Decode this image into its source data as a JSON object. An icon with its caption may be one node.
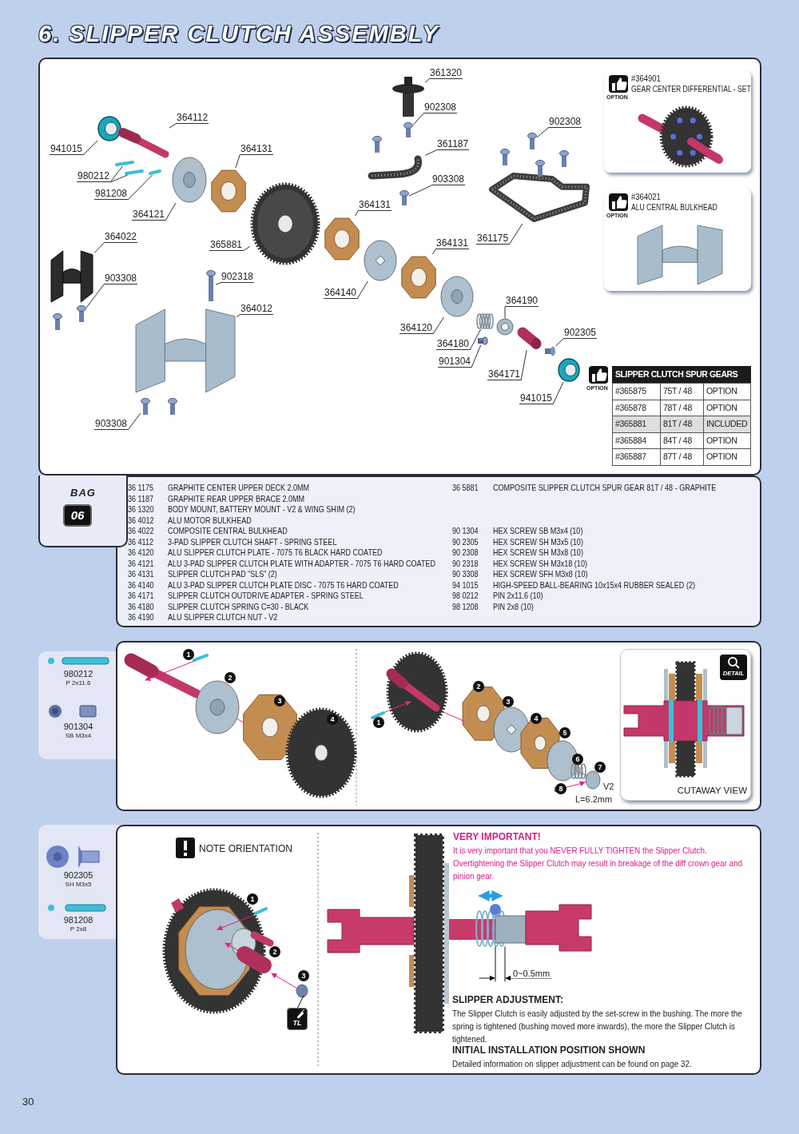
{
  "diagram": {
    "title": "6. SLIPPER CLUTCH ASSEMBLY",
    "nodes": [
      {
        "text": [
          "941015"
        ]
      },
      {
        "text": [],
        "shape": "picture"
      },
      {
        "text": [
          "364112"
        ]
      },
      {
        "text": [],
        "shape": "picture"
      },
      {
        "text": [
          "980212"
        ]
      },
      {
        "text": [],
        "shape": "picture"
      },
      {
        "text": [],
        "shape": "picture"
      },
      {
        "text": [
          "981208"
        ]
      },
      {
        "text": [],
        "shape": "picture"
      },
      {
        "text": [
          "364121"
        ]
      },
      {
        "text": [],
        "shape": "picture"
      },
      {
        "text": [
          "364131"
        ]
      },
      {
        "text": [],
        "shape": "picture"
      },
      {
        "text": [
          "365881"
        ]
      },
      {
        "text": [],
        "shape": "picture"
      },
      {
        "text": [
          "364131"
        ]
      },
      {
        "text": [],
        "shape": "picture"
      },
      {
        "text": [
          "364140"
        ]
      },
      {
        "text": [],
        "shape": "picture"
      },
      {
        "text": [
          "364131"
        ]
      },
      {
        "text": [],
        "shape": "picture"
      },
      {
        "text": [
          "364120"
        ]
      },
      {
        "text": [],
        "shape": "picture"
      },
      {
        "text": [
          "364180"
        ]
      },
      {
        "text": [],
        "shape": "picture"
      },
      {
        "text": [
          "364190"
        ]
      },
      {
        "text": [],
        "shape": "picture"
      },
      {
        "text": [
          "901304"
        ]
      },
      {
        "text": [],
        "shape": "picture"
      },
      {
        "text": [
          "364171"
        ]
      },
      {
        "text": [],
        "shape": "picture"
      },
      {
        "text": [
          "902305"
        ]
      },
      {
        "text": [],
        "shape": "picture"
      },
      {
        "text": [
          "941015"
        ]
      },
      {
        "text": [],
        "shape": "picture"
      },
      {
        "text": [
          "361320"
        ]
      },
      {
        "text": [],
        "shape": "picture"
      },
      {
        "text": [
          "902308"
        ]
      },
      {
        "text": [],
        "shape": "picture"
      },
      {
        "text": [
          "361187"
        ]
      },
      {
        "text": [],
        "shape": "picture"
      },
      {
        "text": [
          "903308"
        ]
      },
      {
        "text": [],
        "shape": "picture"
      },
      {
        "text": [
          "902308"
        ]
      },
      {
        "text": [],
        "shape": "picture"
      },
      {
        "text": [
          "361175"
        ]
      },
      {
        "text": [],
        "shape": "picture"
      },
      {
        "text": [
          "364022"
        ]
      },
      {
        "text": [],
        "shape": "picture"
      },
      {
        "text": [
          "903308"
        ]
      },
      {
        "text": [],
        "shape": "picture"
      },
      {
        "text": [
          "902318"
        ]
      },
      {
        "text": [],
        "shape": "picture"
      },
      {
        "text": [
          "364012"
        ]
      },
      {
        "text": [],
        "shape": "picture"
      },
      {
        "text": [
          "903308"
        ]
      },
      {
        "text": [],
        "shape": "picture"
      },
      {
        "text": [
          "OPTION",
          "#364901",
          "GEAR CENTER DIFFERENTIAL - SET"
        ]
      },
      {
        "text": [
          "OPTION",
          "#364021",
          "ALU CENTRAL BULKHEAD"
        ]
      },
      {
        "text": [
          "BAG",
          "06"
        ]
      },
      {
        "text": [
          "DETAIL",
          "CUTAWAY VIEW"
        ]
      }
    ],
    "edges": [
      {
        "from": 0,
        "to": 1,
        "arrow": "none"
      },
      {
        "from": 2,
        "to": 3,
        "arrow": "none"
      },
      {
        "from": 4,
        "to": 5,
        "arrow": "none"
      },
      {
        "from": 4,
        "to": 6,
        "arrow": "none"
      },
      {
        "from": 7,
        "to": 8,
        "arrow": "none"
      },
      {
        "from": 9,
        "to": 10,
        "arrow": "none"
      },
      {
        "from": 11,
        "to": 12,
        "arrow": "none"
      },
      {
        "from": 13,
        "to": 14,
        "arrow": "none"
      },
      {
        "from": 15,
        "to": 16,
        "arrow": "none"
      },
      {
        "from": 17,
        "to": 18,
        "arrow": "none"
      },
      {
        "from": 19,
        "to": 20,
        "arrow": "none"
      },
      {
        "from": 21,
        "to": 22,
        "arrow": "none"
      },
      {
        "from": 23,
        "to": 24,
        "arrow": "none"
      },
      {
        "from": 25,
        "to": 26,
        "arrow": "none"
      },
      {
        "from": 27,
        "to": 28,
        "arrow": "none"
      },
      {
        "from": 29,
        "to": 30,
        "arrow": "none"
      },
      {
        "from": 31,
        "to": 32,
        "arrow": "none"
      },
      {
        "from": 33,
        "to": 34,
        "arrow": "none"
      },
      {
        "from": 35,
        "to": 36,
        "arrow": "none"
      },
      {
        "from": 37,
        "to": 38,
        "arrow": "none"
      },
      {
        "from": 39,
        "to": 40,
        "arrow": "none"
      },
      {
        "from": 41,
        "to": 42,
        "arrow": "none"
      },
      {
        "from": 43,
        "to": 44,
        "arrow": "none"
      },
      {
        "from": 45,
        "to": 46,
        "arrow": "none"
      },
      {
        "from": 47,
        "to": 48,
        "arrow": "none"
      },
      {
        "from": 49,
        "to": 50,
        "arrow": "none"
      },
      {
        "from": 51,
        "to": 52,
        "arrow": "none"
      },
      {
        "from": 53,
        "to": 54,
        "arrow": "none"
      },
      {
        "from": 55,
        "to": 56,
        "arrow": "none"
      }
    ],
    "labels": [
      "OPTION",
      "SLIPPER CLUTCH SPUR GEARS",
      "#365875",
      "75T / 48",
      "OPTION",
      "#365878",
      "78T / 48",
      "OPTION",
      "#365881",
      "81T / 48",
      "INCLUDED",
      "#365884",
      "84T / 48",
      "OPTION",
      "#365887",
      "87T / 48",
      "OPTION",
      "36 1175",
      "GRAPHITE CENTER UPPER DECK 2.0MM",
      "36 1187",
      "GRAPHITE REAR UPPER BRACE 2.0MM",
      "36 1320",
      "BODY MOUNT, BATTERY MOUNT - V2 & WING SHIM (2)",
      "36 4012",
      "ALU MOTOR BULKHEAD",
      "36 4022",
      "COMPOSITE CENTRAL BULKHEAD",
      "36 4112",
      "3-PAD SLIPPER CLUTCH SHAFT - SPRING STEEL",
      "36 4120",
      "ALU SLIPPER CLUTCH PLATE - 7075 T6 BLACK HARD COATED",
      "36 4121",
      "ALU 3-PAD SLIPPER CLUTCH PLATE WITH ADAPTER - 7075 T6 HARD COATED",
      "36 4131",
      "SLIPPER CLUTCH PAD “SLS” (2)",
      "36 4140",
      "ALU 3-PAD SLIPPER CLUTCH PLATE DISC - 7075 T6 HARD COATED",
      "36 4171",
      "SLIPPER CLUTCH OUTDRIVE ADAPTER - SPRING STEEL",
      "36 4180",
      "SLIPPER CLUTCH SPRING C=30 - BLACK",
      "36 4190",
      "ALU SLIPPER CLUTCH NUT - V2",
      "36 5881",
      "COMPOSITE SLIPPER CLUTCH SPUR GEAR 81T / 48 - GRAPHITE",
      "90 1304",
      "HEX SCREW SB M3x4 (10)",
      "90 2305",
      "HEX SCREW SH M3x5 (10)",
      "90 2308",
      "HEX SCREW SH M3x8 (10)",
      "90 2318",
      "HEX SCREW SH M3x18 (10)",
      "90 3308",
      "HEX SCREW SFH M3x8 (10)",
      "94 1015",
      "HIGH-SPEED BALL-BEARING 10x15x4 RUBBER SEALED (2)",
      "98 0212",
      "PIN 2x11.6 (10)",
      "98 1208",
      "PIN 2x8 (10)",
      "980212",
      "P 2x11.6",
      "901304",
      "SB M3x4",
      "1",
      "2",
      "3",
      "4",
      "1",
      "2",
      "3",
      "4",
      "5",
      "6",
      "7",
      "8",
      "V2",
      "L=6.2mm",
      "902305",
      "SH M3x5",
      "981208",
      "P 2x8",
      "NOTE ORIENTATION",
      "1",
      "2",
      "3",
      "TL",
      "VERY IMPORTANT!",
      "It is very important that you NEVER FULLY TIGHTEN the Slipper Clutch. Overtightening the Slipper Clutch may result in breakage of the diff crown gear and pinion gear.",
      "0~0.5mm",
      "SLIPPER ADJUSTMENT:",
      "The Slipper Clutch is easily adjusted by the set-screw in the bushing. The more the spring is tightened (bushing moved more inwards), the more the Slipper Clutch is tightened.",
      "INITIAL INSTALLATION POSITION SHOWN",
      "Detailed information on slipper adjustment can be found on page 32.",
      "30"
    ]
  }
}
